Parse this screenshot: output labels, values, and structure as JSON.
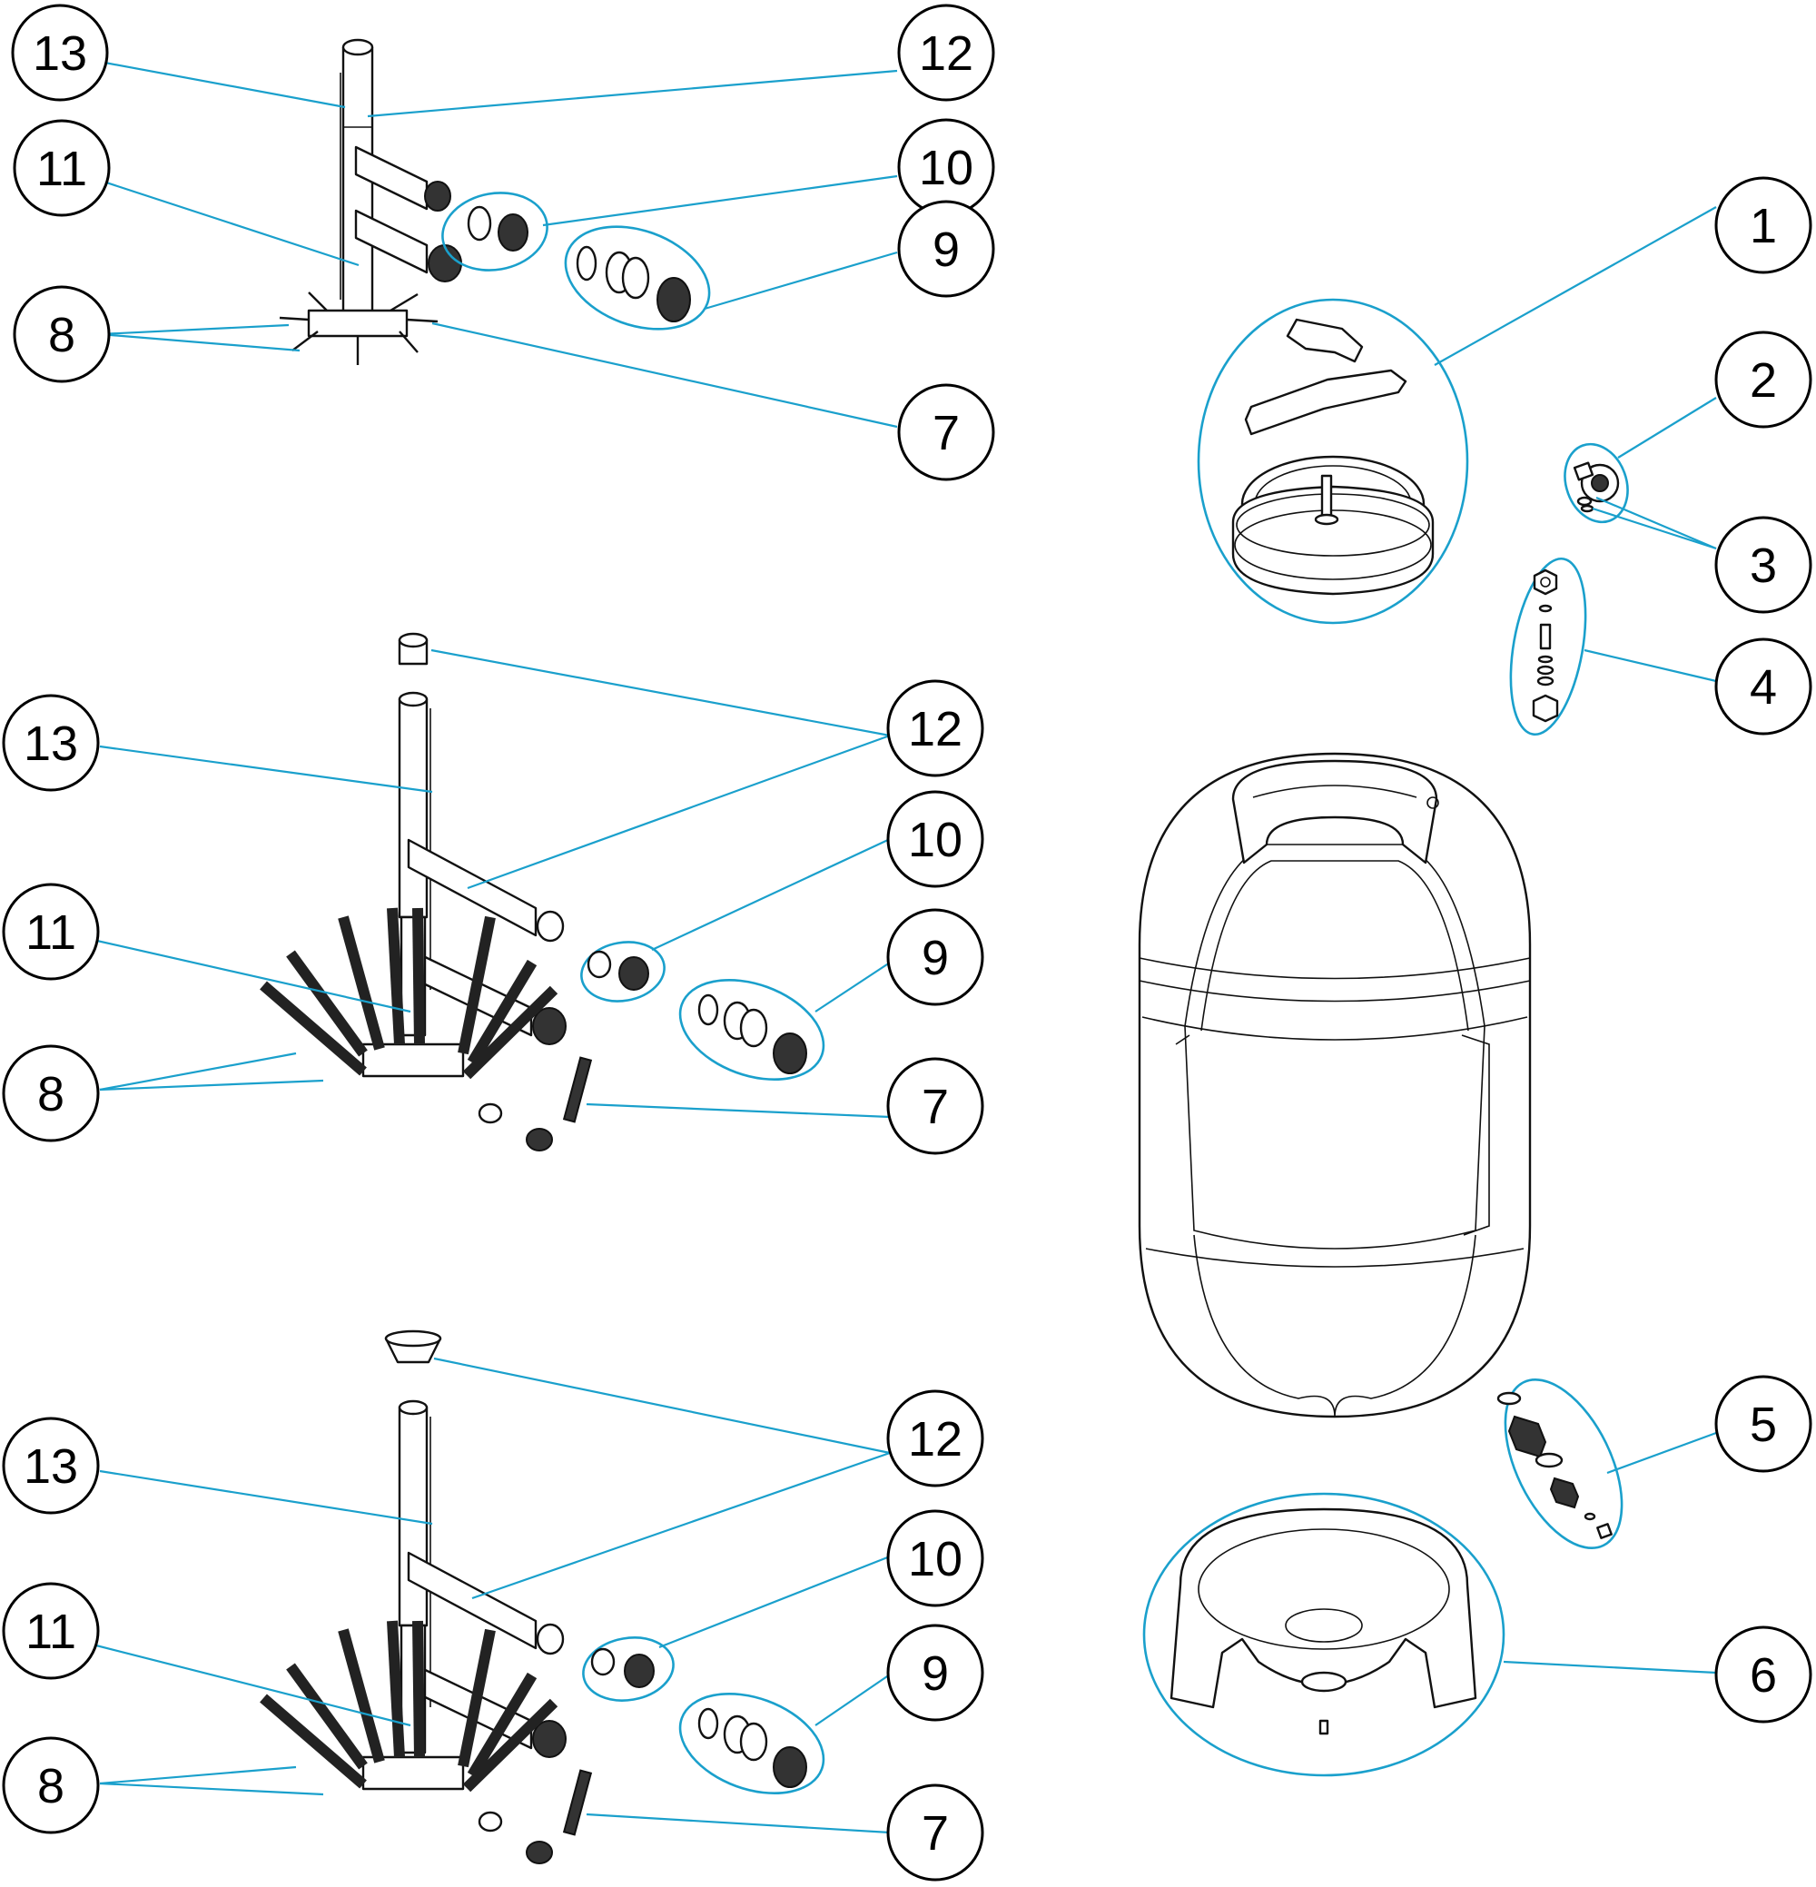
{
  "colors": {
    "leader_line": "#1aa0cc",
    "bubble_stroke": "#000000",
    "part_stroke": "#111111",
    "background": "#ffffff"
  },
  "callouts": {
    "tank_lid": "1",
    "pressure_gauge": "2",
    "gauge_seals": "3",
    "air_release": "4",
    "drain_valve": "5",
    "base": "6",
    "lateral_end": "7",
    "laterals": "8",
    "union_kit": "9",
    "union_nut": "10",
    "collector": "11",
    "top_fitting": "12",
    "pipe_clip": "13"
  },
  "assemblies": [
    {
      "name": "top"
    },
    {
      "name": "middle"
    },
    {
      "name": "bottom"
    }
  ]
}
